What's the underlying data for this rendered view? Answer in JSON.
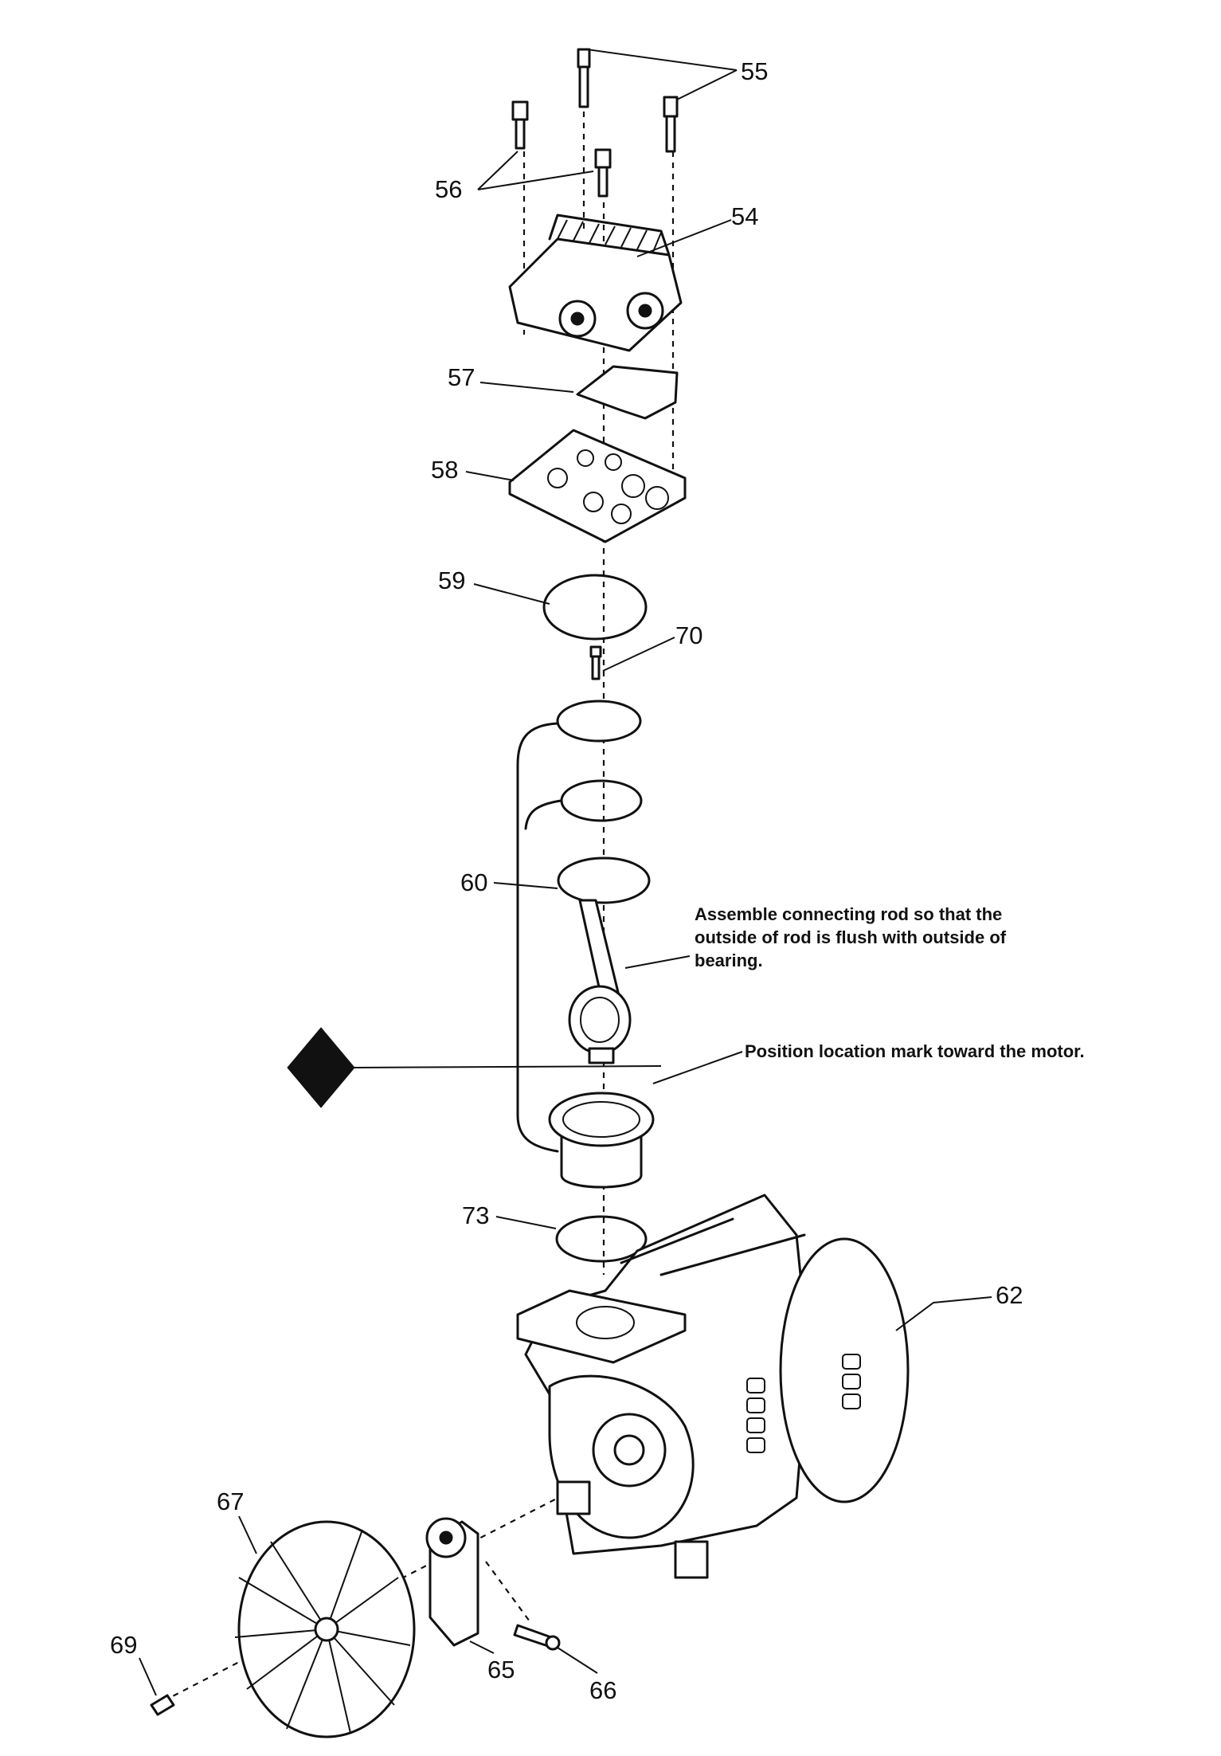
{
  "callouts": {
    "p54": "54",
    "p55": "55",
    "p56": "56",
    "p57": "57",
    "p58": "58",
    "p59": "59",
    "p60": "60",
    "p62": "62",
    "p65": "65",
    "p66": "66",
    "p67": "67",
    "p69": "69",
    "p70": "70",
    "p73": "73"
  },
  "notes": {
    "connecting_rod": [
      "Assemble connecting rod so that the",
      "outside of rod is flush with outside of",
      "bearing."
    ],
    "location_mark": "Position location mark toward the motor."
  }
}
